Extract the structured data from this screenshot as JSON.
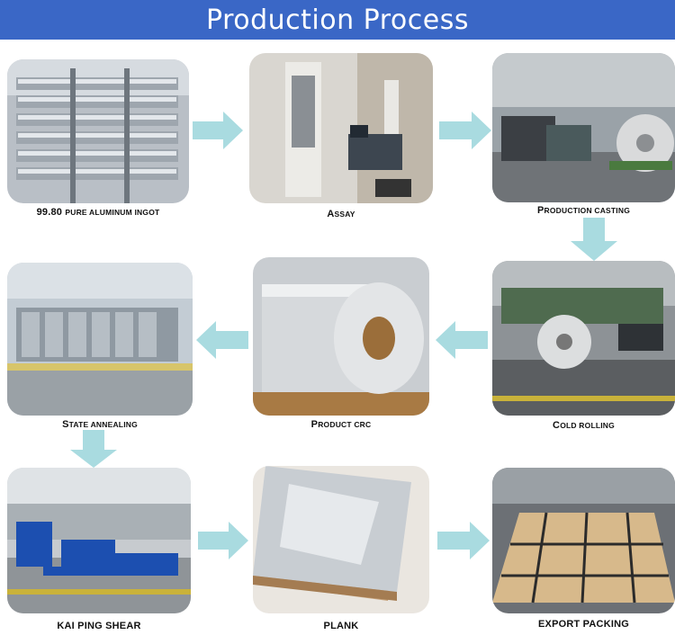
{
  "title": "Production Process",
  "colors": {
    "header": "#3a67c6",
    "arrow": "#a9dbe0"
  },
  "steps": [
    {
      "caption_lead": "99.80 ",
      "caption_rest": "PURE ALUMINUM INGOT"
    },
    {
      "caption_lead": "A",
      "caption_rest": "SSAY"
    },
    {
      "caption_lead": "P",
      "caption_rest": "RODUCTION CASTING"
    },
    {
      "caption_lead": "C",
      "caption_rest": "OLD ROLLING"
    },
    {
      "caption_lead": "P",
      "caption_rest": "RODUCT CRC"
    },
    {
      "caption_lead": "S",
      "caption_rest": "TATE ANNEALING"
    },
    {
      "caption_lead": "",
      "caption_rest": "KAI PING SHEAR"
    },
    {
      "caption_lead": "",
      "caption_rest": "PLANK"
    },
    {
      "caption_lead": "",
      "caption_rest": "EXPORT PACKING"
    }
  ]
}
